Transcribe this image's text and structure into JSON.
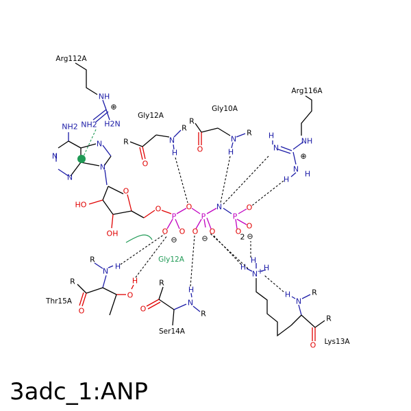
{
  "title": "3adc_1:ANP",
  "colors": {
    "carbon": "#000000",
    "nitrogen": "#1a1aa6",
    "oxygen": "#e00000",
    "phosphorus": "#c000c0",
    "interaction_green": "#1f9a55"
  },
  "residues": [
    {
      "label": "Arg112A",
      "interaction": "hydrogen-bond"
    },
    {
      "label": "Gly12A",
      "interaction": "hydrogen-bond"
    },
    {
      "label": "Gly10A",
      "interaction": "hydrogen-bond"
    },
    {
      "label": "Arg116A",
      "interaction": "hydrogen-bond"
    },
    {
      "label": "Gly12A",
      "interaction": "hydrophobic-contact"
    },
    {
      "label": "Thr15A",
      "interaction": "hydrogen-bond"
    },
    {
      "label": "Ser14A",
      "interaction": "hydrogen-bond"
    },
    {
      "label": "Lys13A",
      "interaction": "hydrogen-bond"
    }
  ],
  "atoms": {
    "n": "N",
    "nh": "NH",
    "nh2": "NH2",
    "h2n": "H2N",
    "h": "H",
    "o": "O",
    "p": "P",
    "r": "R",
    "oh": "OH",
    "ho": "HO",
    "charge_minus": "⊖",
    "charge_plus": "⊕",
    "charge_2minus_digit": "2",
    "superscript_plus": "+"
  }
}
